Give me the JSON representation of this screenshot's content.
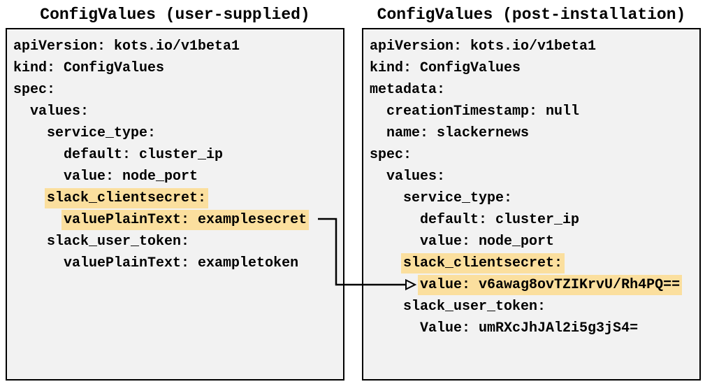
{
  "colors": {
    "background": "#ffffff",
    "panel_bg": "#f2f2f2",
    "panel_border": "#000000",
    "highlight": "#fbdf9e",
    "text": "#000000",
    "arrow": "#000000"
  },
  "panels": [
    {
      "title": "ConfigValues (user-supplied)",
      "lines": [
        {
          "indent": 0,
          "text": "apiVersion: kots.io/v1beta1",
          "highlight": false
        },
        {
          "indent": 0,
          "text": "kind: ConfigValues",
          "highlight": false
        },
        {
          "indent": 0,
          "text": "spec:",
          "highlight": false
        },
        {
          "indent": 1,
          "text": "values:",
          "highlight": false
        },
        {
          "indent": 2,
          "text": "service_type:",
          "highlight": false
        },
        {
          "indent": 3,
          "text": "default: cluster_ip",
          "highlight": false
        },
        {
          "indent": 3,
          "text": "value: node_port",
          "highlight": false
        },
        {
          "indent": 2,
          "text": "slack_clientsecret:",
          "highlight": true
        },
        {
          "indent": 3,
          "text": "valuePlainText: examplesecret",
          "highlight": true
        },
        {
          "indent": 2,
          "text": "slack_user_token:",
          "highlight": false
        },
        {
          "indent": 3,
          "text": "valuePlainText: exampletoken",
          "highlight": false
        }
      ]
    },
    {
      "title": "ConfigValues (post-installation)",
      "lines": [
        {
          "indent": 0,
          "text": "apiVersion: kots.io/v1beta1",
          "highlight": false
        },
        {
          "indent": 0,
          "text": "kind: ConfigValues",
          "highlight": false
        },
        {
          "indent": 0,
          "text": "metadata:",
          "highlight": false
        },
        {
          "indent": 1,
          "text": "creationTimestamp: null",
          "highlight": false
        },
        {
          "indent": 1,
          "text": "name: slackernews",
          "highlight": false
        },
        {
          "indent": 0,
          "text": "spec:",
          "highlight": false
        },
        {
          "indent": 1,
          "text": "values:",
          "highlight": false
        },
        {
          "indent": 2,
          "text": "service_type:",
          "highlight": false
        },
        {
          "indent": 3,
          "text": "default: cluster_ip",
          "highlight": false
        },
        {
          "indent": 3,
          "text": "value: node_port",
          "highlight": false
        },
        {
          "indent": 2,
          "text": "slack_clientsecret:",
          "highlight": true
        },
        {
          "indent": 3,
          "text": "value: v6awag8ovTZIKrvU/Rh4PQ==",
          "highlight": true
        },
        {
          "indent": 2,
          "text": "slack_user_token:",
          "highlight": false
        },
        {
          "indent": 3,
          "text": "Value: umRXcJhJAl2i5g3jS4=",
          "highlight": false
        }
      ]
    }
  ],
  "arrow": {
    "from_panel": 0,
    "from_line_text": "valuePlainText: examplesecret",
    "to_panel": 1,
    "to_line_text": "value: v6awag8ovTZIKrvU/Rh4PQ=="
  }
}
